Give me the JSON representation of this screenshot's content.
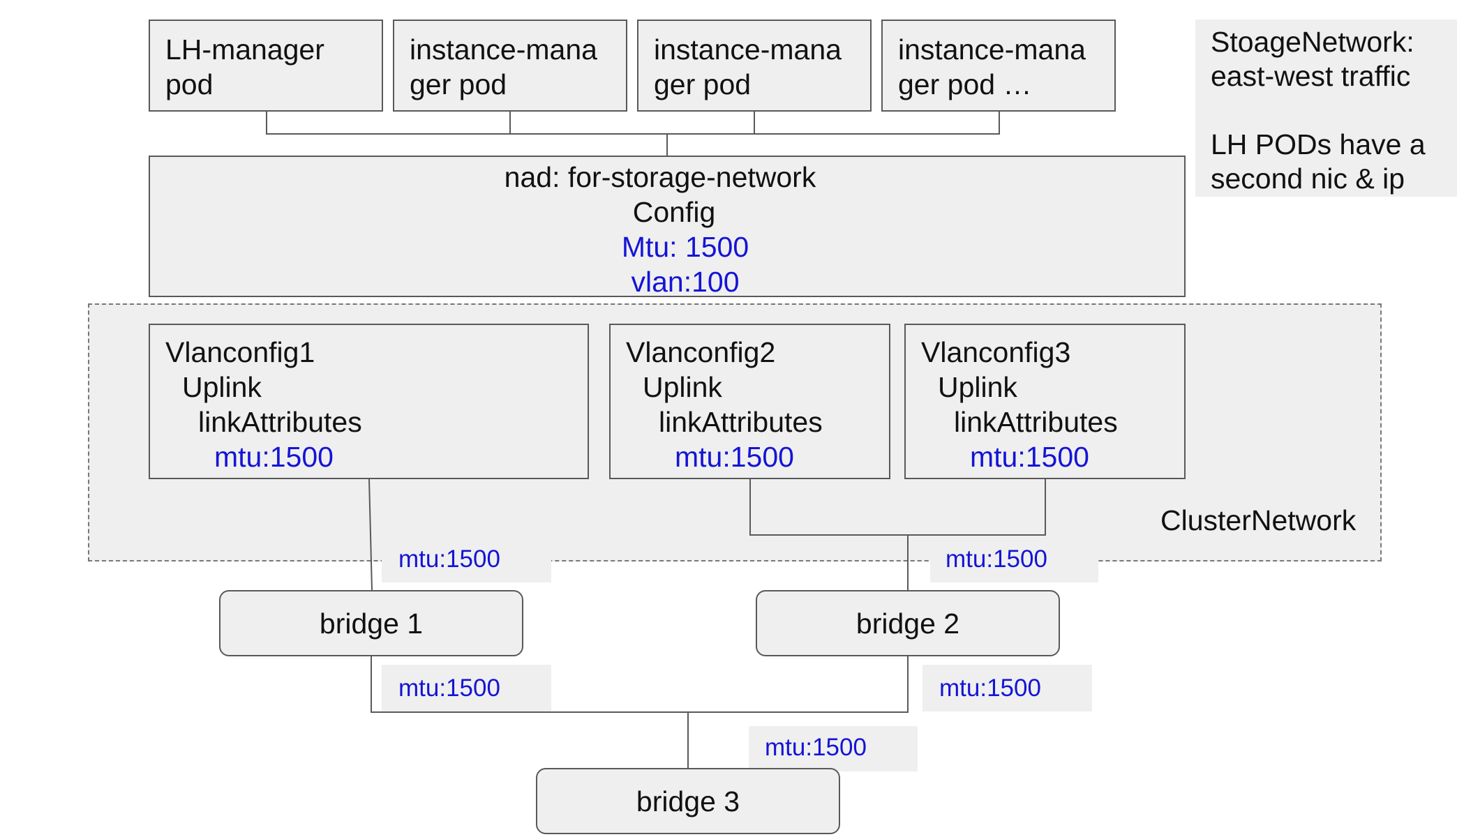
{
  "pods": [
    {
      "line1": "LH-manager",
      "line2": "pod"
    },
    {
      "line1": "instance-mana",
      "line2": "ger pod"
    },
    {
      "line1": "instance-mana",
      "line2": "ger pod"
    },
    {
      "line1": "instance-mana",
      "line2": "ger pod …"
    }
  ],
  "nad": {
    "title": "nad: for-storage-network",
    "config": "Config",
    "mtu": "Mtu: 1500",
    "vlan": "vlan:100"
  },
  "note": {
    "line1": "StoageNetwork:",
    "line2": "east-west traffic",
    "line3": "LH PODs have a",
    "line4": "second nic & ip"
  },
  "cluster": {
    "label": "ClusterNetwork"
  },
  "vlanconfigs": [
    {
      "name": "Vlanconfig1",
      "uplink": "Uplink",
      "attrs": "linkAttributes",
      "mtu": "mtu:1500"
    },
    {
      "name": "Vlanconfig2",
      "uplink": "Uplink",
      "attrs": "linkAttributes",
      "mtu": "mtu:1500"
    },
    {
      "name": "Vlanconfig3",
      "uplink": "Uplink",
      "attrs": "linkAttributes",
      "mtu": "mtu:1500"
    }
  ],
  "bridges": [
    {
      "label": "bridge 1"
    },
    {
      "label": "bridge 2"
    },
    {
      "label": "bridge 3"
    }
  ],
  "link_labels": {
    "vlan1_to_bridge1": "mtu:1500",
    "vlan23_to_bridge2": "mtu:1500",
    "bridge1_to_bridge3": "mtu:1500",
    "bridge2_to_bridge3": "mtu:1500",
    "trunk_to_bridge3": "mtu:1500"
  },
  "colors": {
    "box_fill": "#efefef",
    "box_border": "#595959",
    "accent_text": "#1414d6",
    "text": "#111111"
  }
}
